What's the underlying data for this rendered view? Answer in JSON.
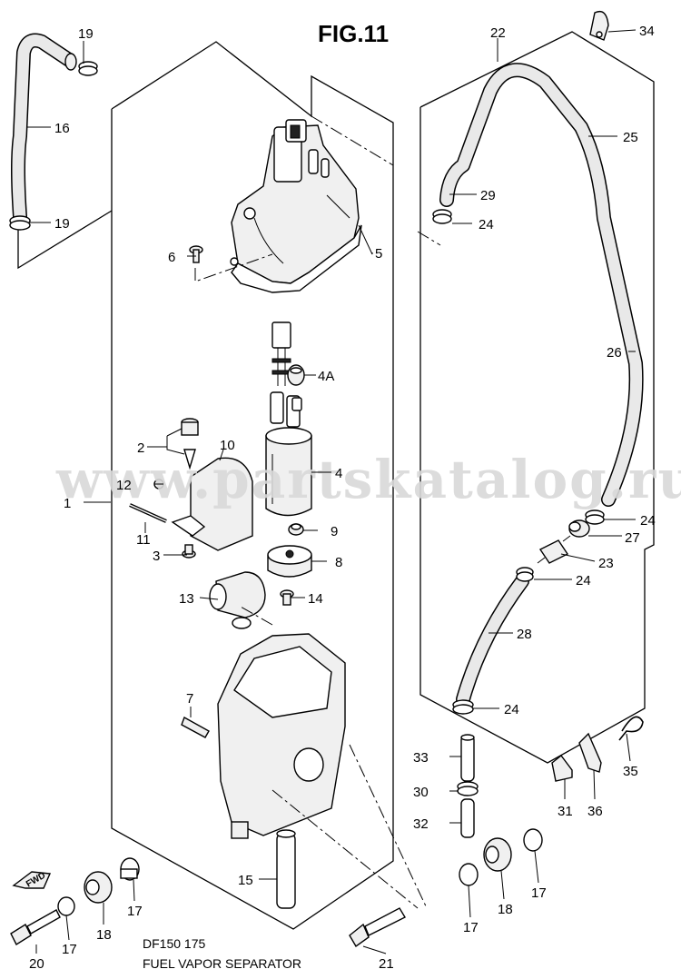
{
  "figure": {
    "title": "FIG.11",
    "model": "DF150 175",
    "caption": "FUEL VAPOR SEPARATOR",
    "watermark": "www.partskatalog.ru",
    "direction_label": "FWD"
  },
  "callouts": {
    "c1": "1",
    "c2": "2",
    "c3": "3",
    "c4": "4",
    "c4a": "4A",
    "c5": "5",
    "c6": "6",
    "c7": "7",
    "c8": "8",
    "c9": "9",
    "c10": "10",
    "c11": "11",
    "c12": "12",
    "c13": "13",
    "c14": "14",
    "c15": "15",
    "c16": "16",
    "c17a": "17",
    "c17b": "17",
    "c17c": "17",
    "c17d": "17",
    "c18a": "18",
    "c18b": "18",
    "c19a": "19",
    "c19b": "19",
    "c20": "20",
    "c21": "21",
    "c22": "22",
    "c23": "23",
    "c24a": "24",
    "c24b": "24",
    "c24c": "24",
    "c24d": "24",
    "c25": "25",
    "c26": "26",
    "c27": "27",
    "c28": "28",
    "c29": "29",
    "c30": "30",
    "c31": "31",
    "c32": "32",
    "c33": "33",
    "c34": "34",
    "c35": "35",
    "c36": "36"
  },
  "colors": {
    "ink": "#000000",
    "watermark": "#d9d9d9",
    "paper": "#ffffff"
  }
}
